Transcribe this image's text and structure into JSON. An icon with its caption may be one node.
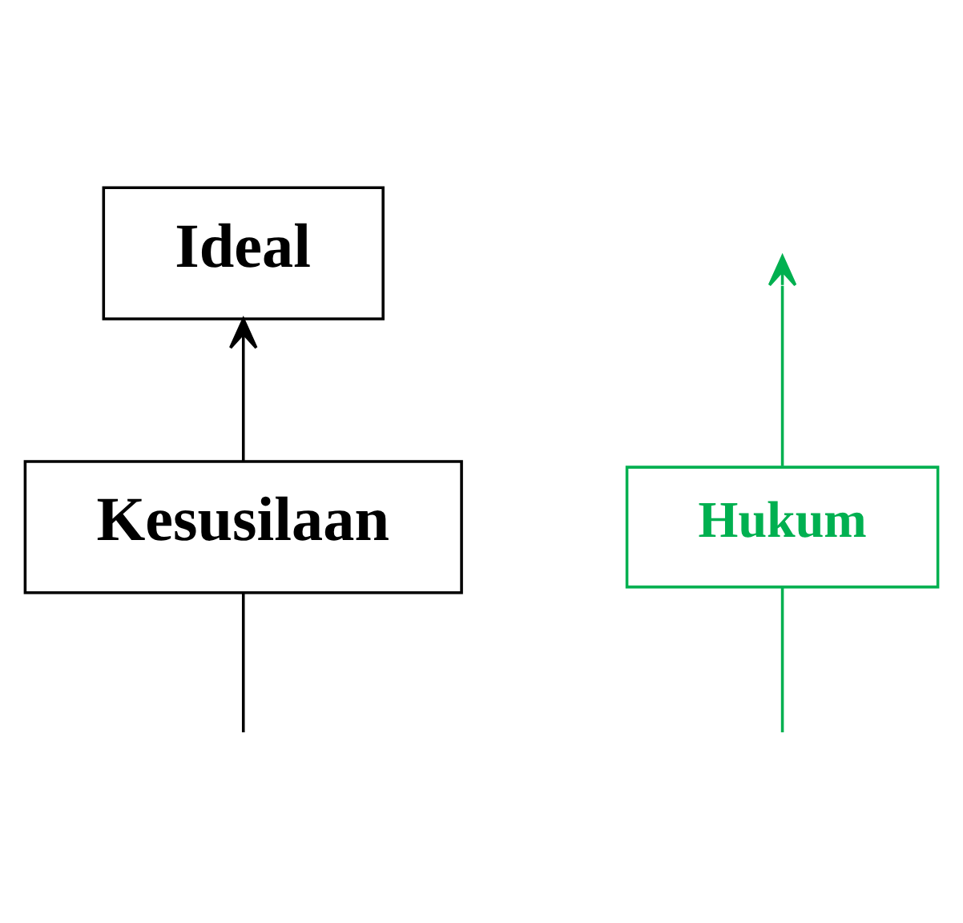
{
  "diagram": {
    "nodes": [
      {
        "text": [
          "Ideal"
        ]
      },
      {
        "text": [
          "Kesusilaan"
        ]
      },
      {
        "text": [
          "Hukum"
        ]
      }
    ],
    "edges": [
      {
        "from": 1,
        "to": 0,
        "arrow": "to"
      },
      {
        "from": null,
        "to": 1,
        "arrow": "none"
      },
      {
        "from": 2,
        "to": null,
        "arrow": "to",
        "color": "#00b050"
      },
      {
        "from": null,
        "to": 2,
        "arrow": "none",
        "color": "#00b050"
      }
    ]
  }
}
